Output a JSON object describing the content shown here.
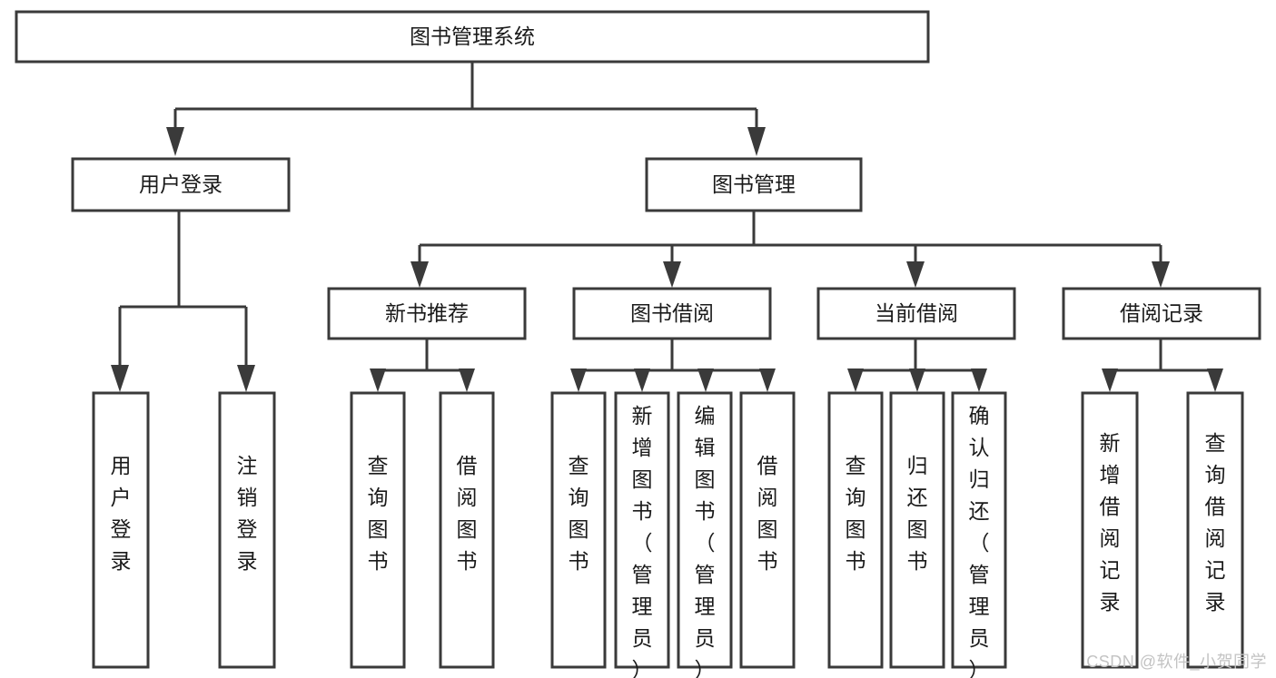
{
  "diagram": {
    "type": "hierarchy-tree",
    "title": "图书管理系统",
    "watermark": "CSDN @软件_小贺同学",
    "colors": {
      "stroke": "#3a3a3a",
      "fill": "#ffffff",
      "text": "#1a1a1a",
      "watermark": "#c3c3c3",
      "background": "#ffffff"
    },
    "nodes": {
      "root": {
        "label": "图书管理系统"
      },
      "level1": [
        {
          "label": "用户登录"
        },
        {
          "label": "图书管理"
        }
      ],
      "level2": [
        {
          "label": "新书推荐"
        },
        {
          "label": "图书借阅"
        },
        {
          "label": "当前借阅"
        },
        {
          "label": "借阅记录"
        }
      ],
      "leaves": [
        {
          "label": "用户登录",
          "parent": "用户登录"
        },
        {
          "label": "注销登录",
          "parent": "用户登录"
        },
        {
          "label": "查询图书",
          "parent": "新书推荐"
        },
        {
          "label": "借阅图书",
          "parent": "新书推荐"
        },
        {
          "label": "查询图书",
          "parent": "图书借阅"
        },
        {
          "label": "新增图书（管理员）",
          "parent": "图书借阅"
        },
        {
          "label": "编辑图书（管理员）",
          "parent": "图书借阅"
        },
        {
          "label": "借阅图书",
          "parent": "图书借阅"
        },
        {
          "label": "查询图书",
          "parent": "当前借阅"
        },
        {
          "label": "归还图书",
          "parent": "当前借阅"
        },
        {
          "label": "确认归还（管理员）",
          "parent": "当前借阅"
        },
        {
          "label": "新增借阅记录",
          "parent": "借阅记录"
        },
        {
          "label": "查询借阅记录",
          "parent": "借阅记录"
        }
      ]
    }
  }
}
